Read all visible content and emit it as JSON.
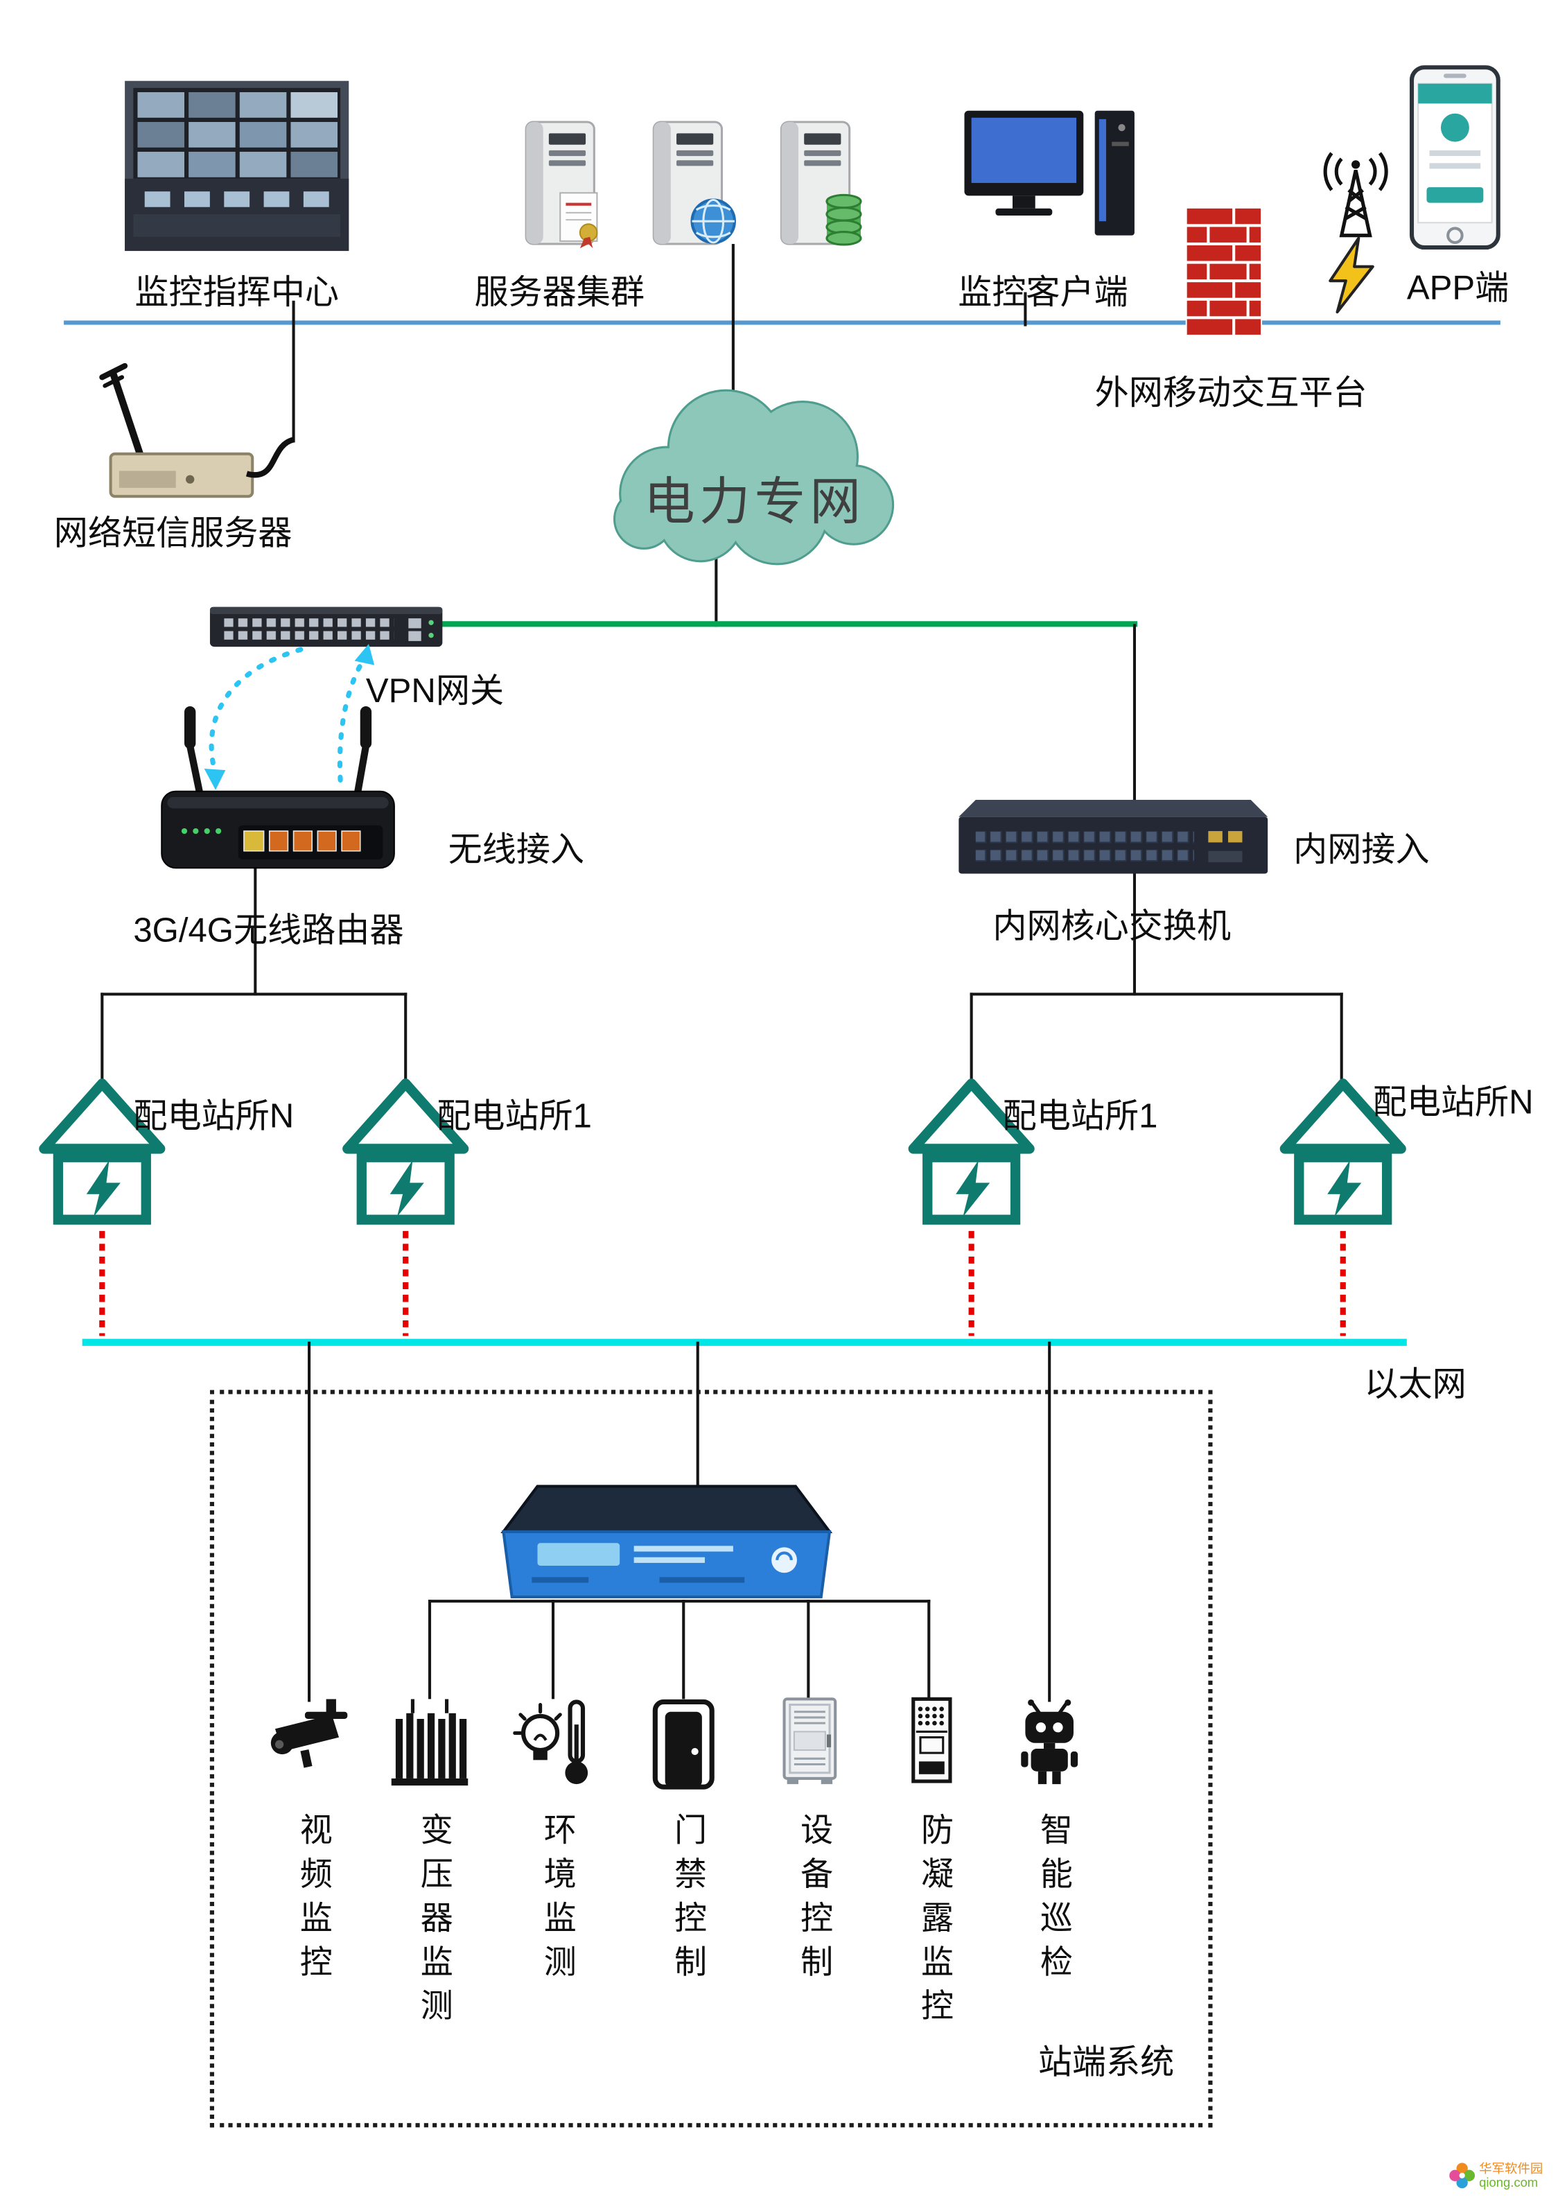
{
  "colors": {
    "top_bus_blue": "#5599d0",
    "backbone_green": "#00a651",
    "ethernet_cyan": "#00e6e6",
    "dotted_red": "#e60000",
    "substation_teal": "#0f7b6f",
    "cloud_fill": "#8cc7b9",
    "device_blue": "#2b7fd8"
  },
  "top": {
    "command_center": "监控指挥中心",
    "server_cluster": "服务器集群",
    "client": "监控客户端",
    "app": "APP端",
    "external_platform": "外网移动交互平台",
    "sms_server": "网络短信服务器"
  },
  "core": {
    "cloud": "电力专网",
    "vpn_gateway": "VPN网关",
    "wireless_access": "无线接入",
    "router": "3G/4G无线路由器",
    "intranet_access": "内网接入",
    "core_switch": "内网核心交换机"
  },
  "substations": {
    "left_n": "配电站所N",
    "left_1": "配电站所1",
    "right_1": "配电站所1",
    "right_n": "配电站所N"
  },
  "ethernet_label": "以太网",
  "station_system_label": "站端系统",
  "terminals": [
    {
      "label": "视频监控"
    },
    {
      "label": "变压器监测"
    },
    {
      "label": "环境监测"
    },
    {
      "label": "门禁控制"
    },
    {
      "label": "设备控制"
    },
    {
      "label": "防凝露监控"
    },
    {
      "label": "智能巡检"
    }
  ],
  "watermark": {
    "line1": "华军软件园",
    "line2": "qiong.com"
  }
}
